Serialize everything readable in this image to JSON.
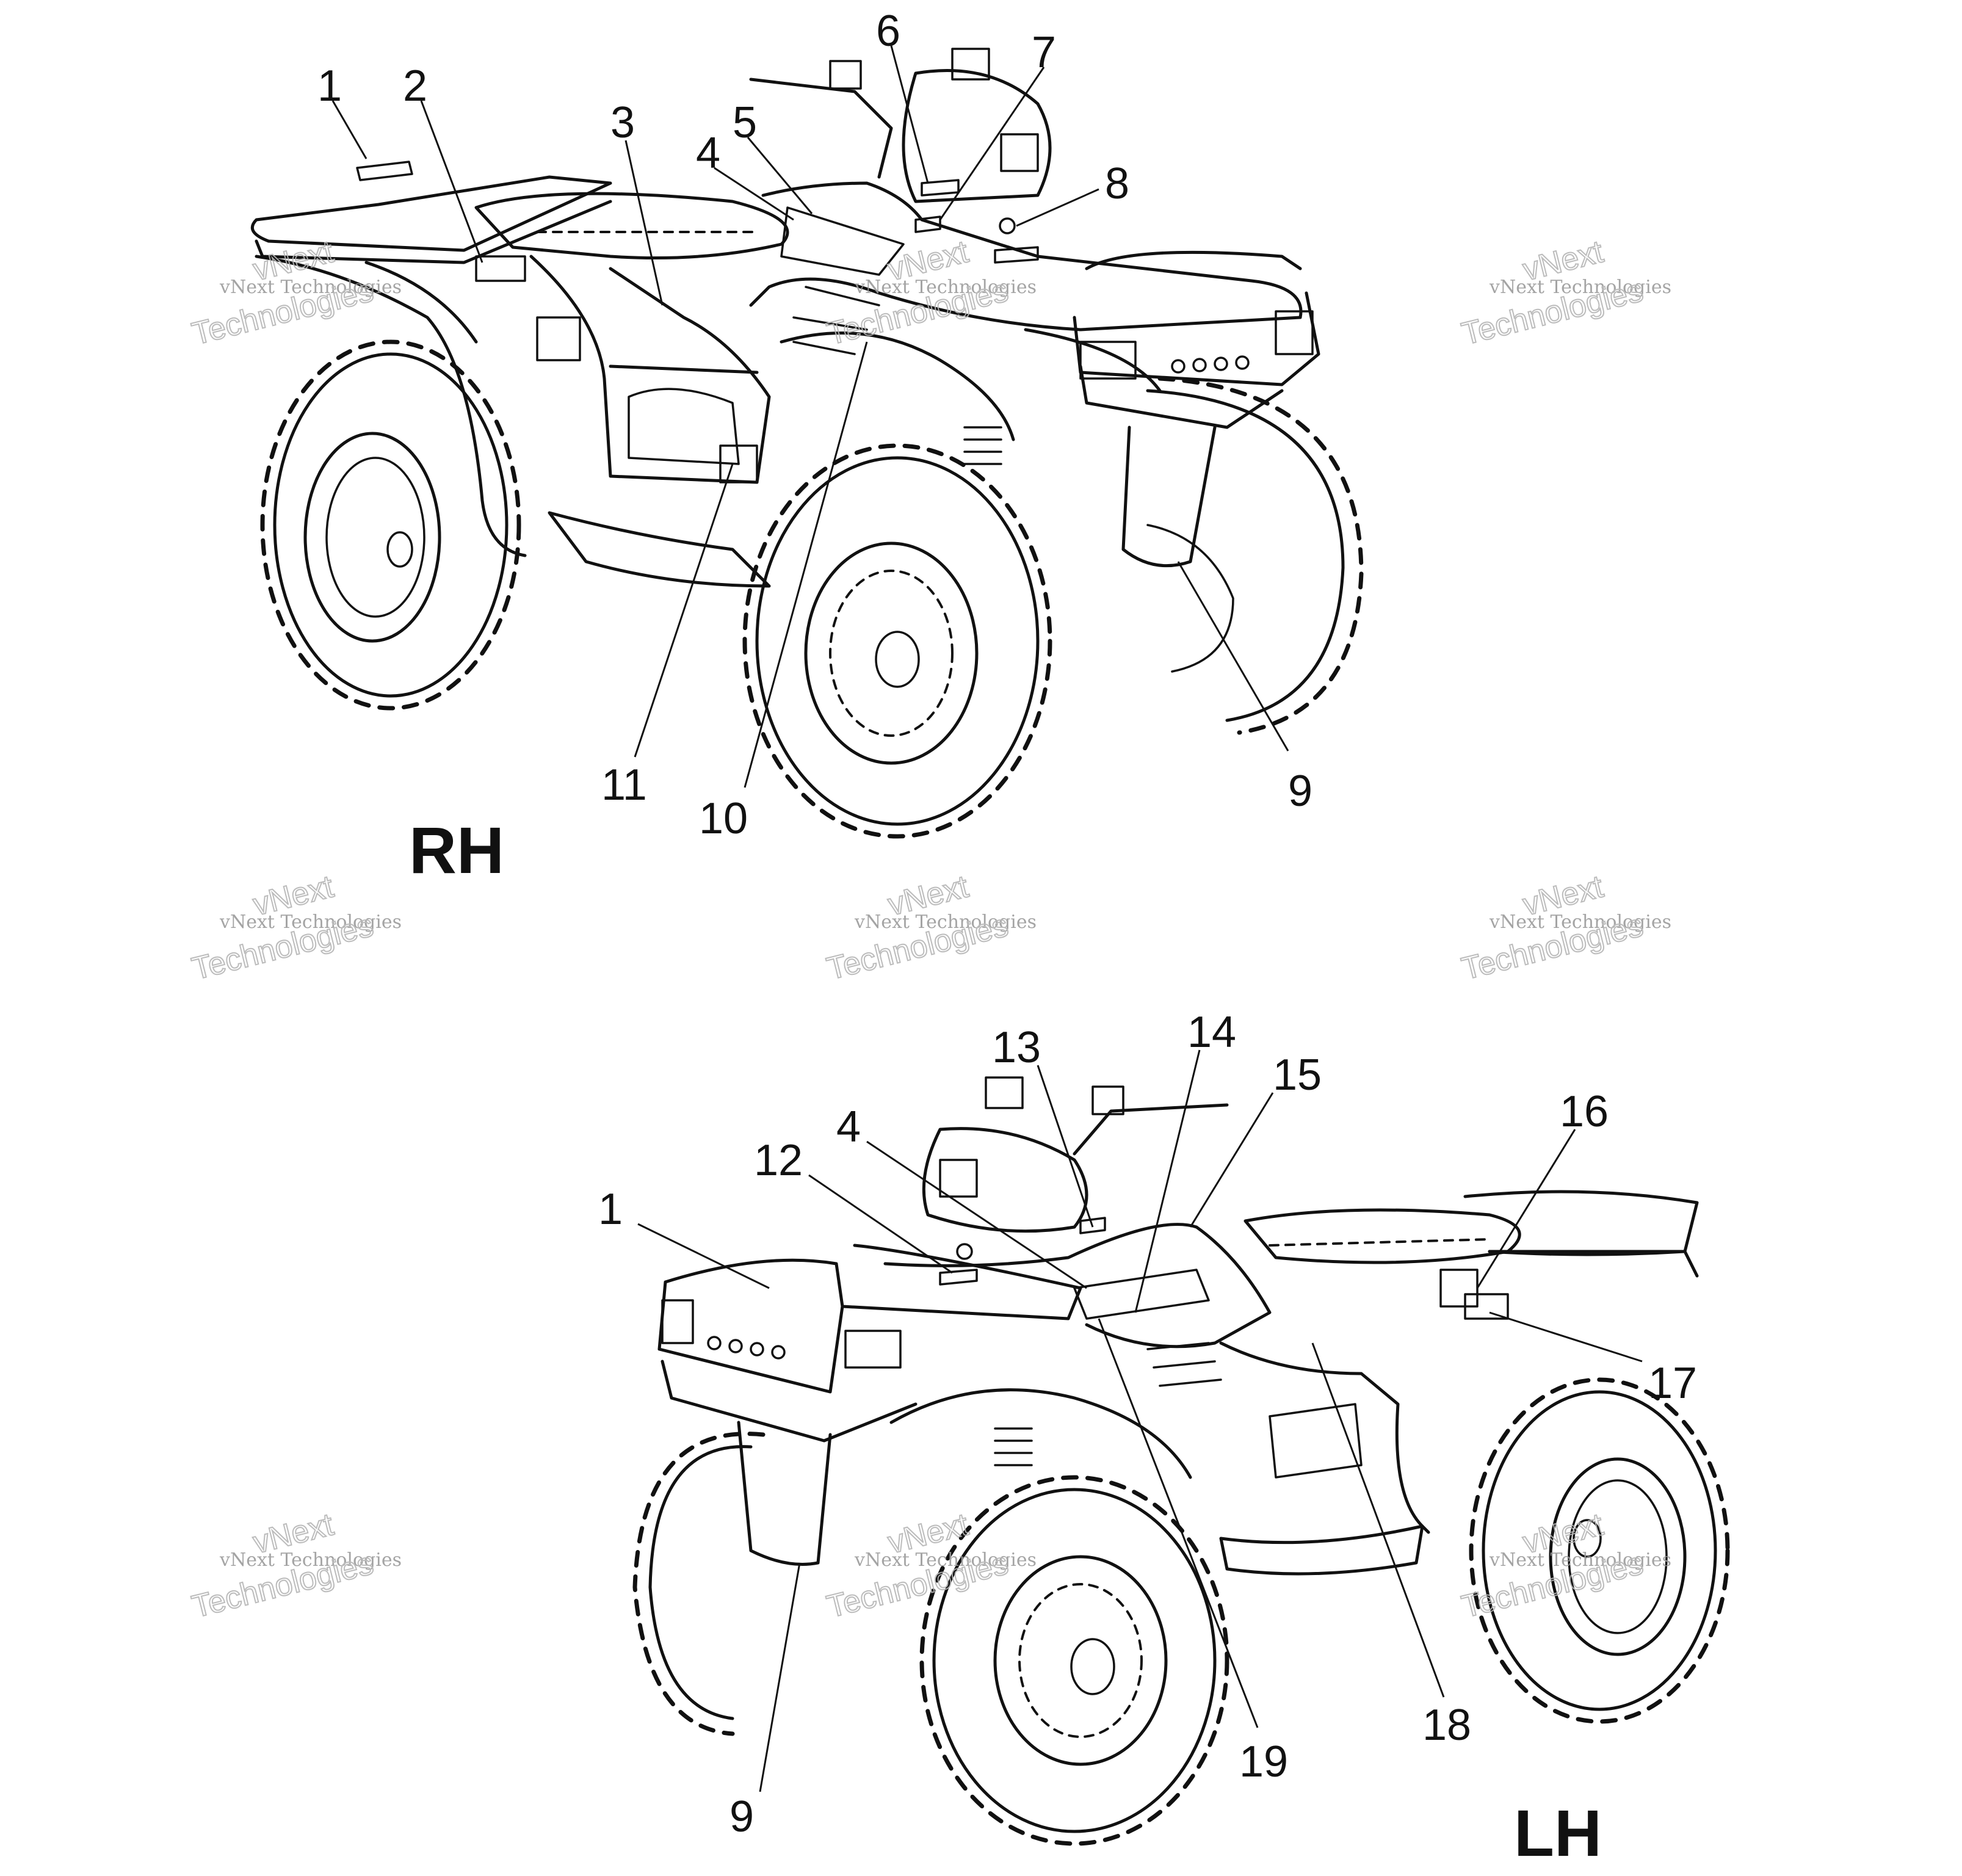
{
  "views": [
    {
      "label": "RH",
      "callouts": [
        "1",
        "2",
        "3",
        "4",
        "5",
        "6",
        "7",
        "8",
        "9",
        "10",
        "11"
      ]
    },
    {
      "label": "LH",
      "callouts": [
        "1",
        "4",
        "9",
        "12",
        "13",
        "14",
        "15",
        "16",
        "17",
        "18",
        "19"
      ]
    }
  ],
  "watermark": {
    "line1": "vNext Technologies",
    "line2_big": "vNext",
    "line3_big": "Technologies"
  }
}
